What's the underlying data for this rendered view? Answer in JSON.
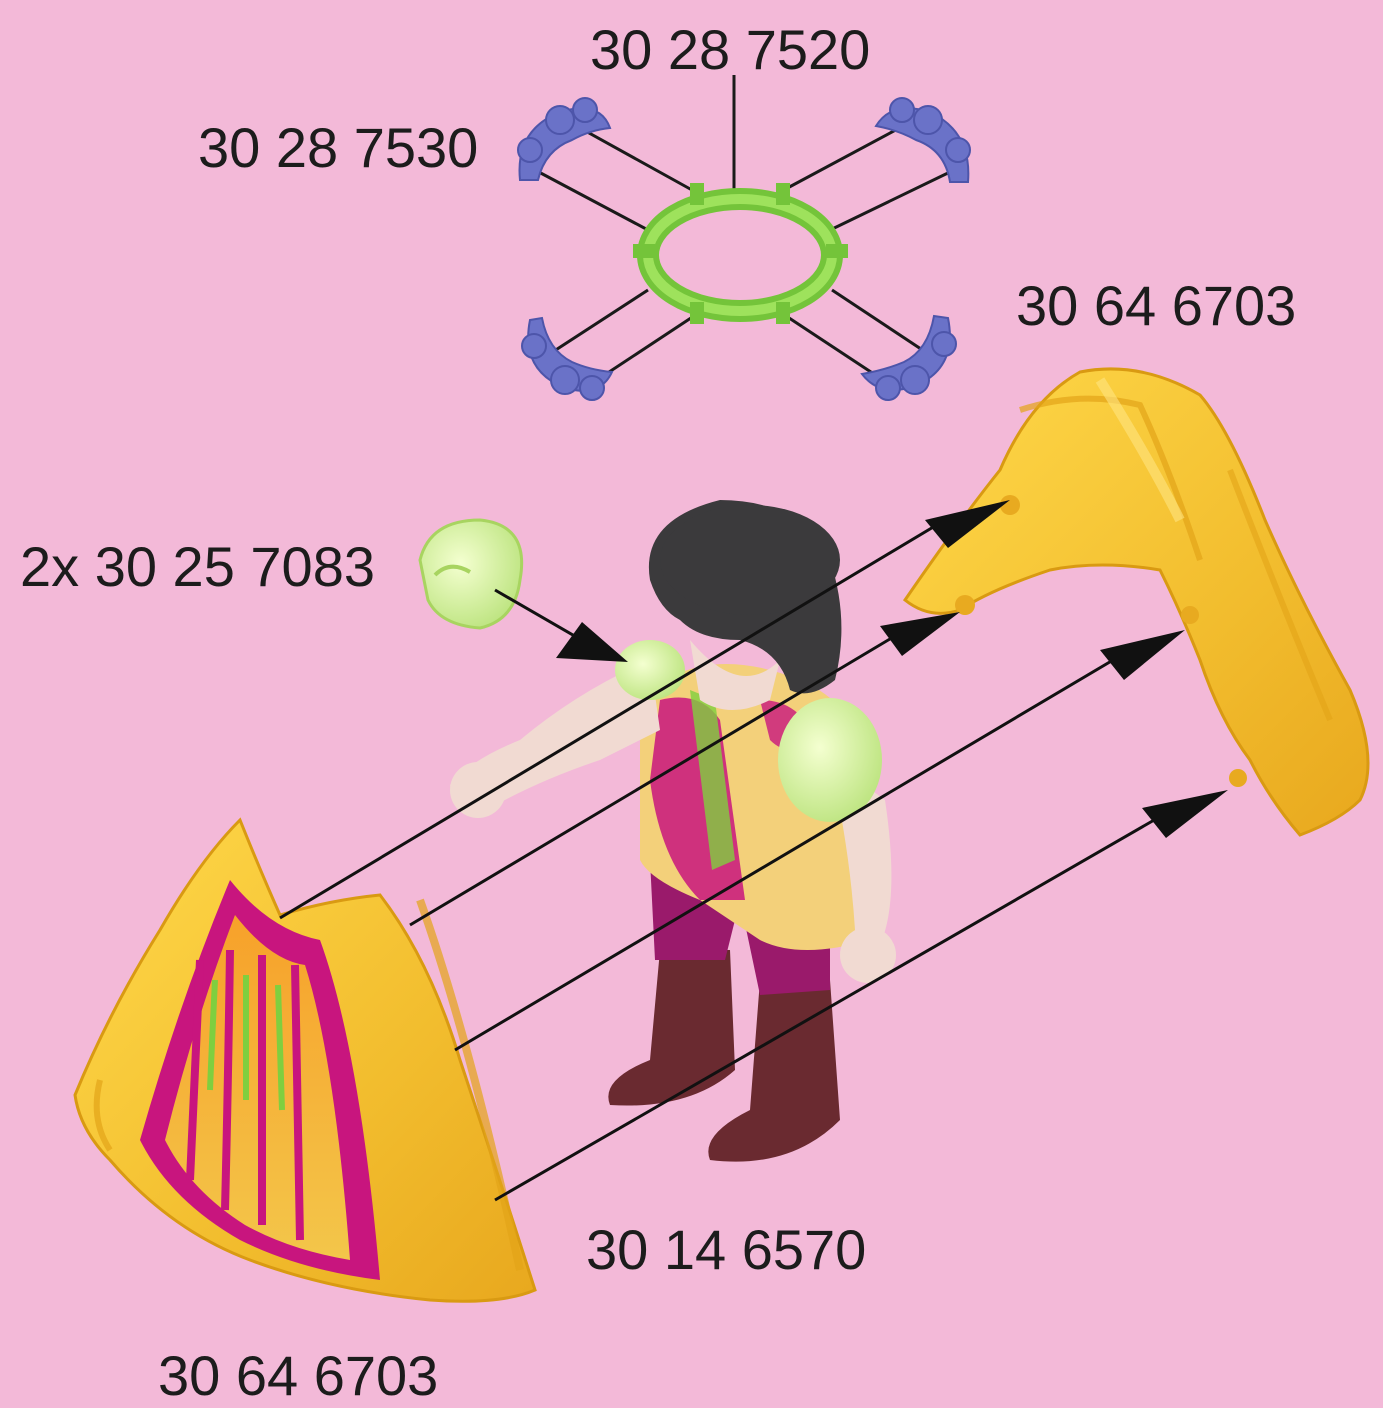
{
  "labels": {
    "crown_ring": "30 28 7520",
    "flower_sprigs": "30 28 7530",
    "cape_right": "30 64 6703",
    "sleeves": "2x 30 25 7083",
    "figure": "30 14 6570",
    "cape_left": "30 64 6703"
  },
  "colors": {
    "background": "#f3b9d8",
    "ring": "#7fcf3f",
    "flowers": "#6a72c8",
    "cape_gold": "#f2c23a",
    "cape_magenta": "#c8157e",
    "sleeve": "#cdeb8c",
    "hair": "#3b3a3c",
    "pants": "#9a1a6b",
    "boots": "#6a2a30",
    "skin": "#f1dad2"
  }
}
